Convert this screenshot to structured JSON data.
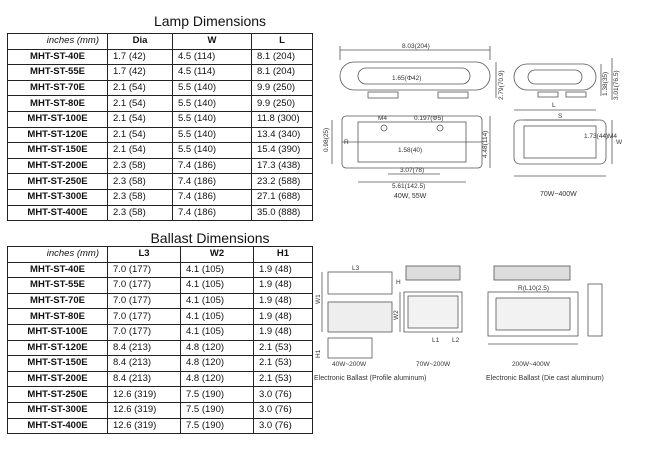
{
  "lamp": {
    "title": "Lamp Dimensions",
    "headers": [
      "inches (mm)",
      "Dia",
      "W",
      "L"
    ],
    "rows": [
      [
        "MHT-ST-40E",
        "1.7 (42)",
        "4.5 (114)",
        "8.1 (204)"
      ],
      [
        "MHT-ST-55E",
        "1.7 (42)",
        "4.5 (114)",
        "8.1 (204)"
      ],
      [
        "MHT-ST-70E",
        "2.1 (54)",
        "5.5 (140)",
        "9.9 (250)"
      ],
      [
        "MHT-ST-80E",
        "2.1 (54)",
        "5.5 (140)",
        "9.9 (250)"
      ],
      [
        "MHT-ST-100E",
        "2.1 (54)",
        "5.5 (140)",
        "11.8 (300)"
      ],
      [
        "MHT-ST-120E",
        "2.1 (54)",
        "5.5 (140)",
        "13.4 (340)"
      ],
      [
        "MHT-ST-150E",
        "2.1 (54)",
        "5.5 (140)",
        "15.4 (390)"
      ],
      [
        "MHT-ST-200E",
        "2.3 (58)",
        "7.4 (186)",
        "17.3 (438)"
      ],
      [
        "MHT-ST-250E",
        "2.3 (58)",
        "7.4 (186)",
        "23.2 (588)"
      ],
      [
        "MHT-ST-300E",
        "2.3 (58)",
        "7.4 (186)",
        "27.1 (688)"
      ],
      [
        "MHT-ST-400E",
        "2.3 (58)",
        "7.4 (186)",
        "35.0 (888)"
      ]
    ]
  },
  "ballast": {
    "title": "Ballast Dimensions",
    "headers": [
      "inches (mm)",
      "L3",
      "W2",
      "H1"
    ],
    "rows": [
      [
        "MHT-ST-40E",
        "7.0 (177)",
        "4.1 (105)",
        "1.9 (48)"
      ],
      [
        "MHT-ST-55E",
        "7.0 (177)",
        "4.1 (105)",
        "1.9 (48)"
      ],
      [
        "MHT-ST-70E",
        "7.0 (177)",
        "4.1 (105)",
        "1.9 (48)"
      ],
      [
        "MHT-ST-80E",
        "7.0 (177)",
        "4.1 (105)",
        "1.9 (48)"
      ],
      [
        "MHT-ST-100E",
        "7.0 (177)",
        "4.1 (105)",
        "1.9 (48)"
      ],
      [
        "MHT-ST-120E",
        "8.4 (213)",
        "4.8 (120)",
        "2.1 (53)"
      ],
      [
        "MHT-ST-150E",
        "8.4 (213)",
        "4.8 (120)",
        "2.1 (53)"
      ],
      [
        "MHT-ST-200E",
        "8.4 (213)",
        "4.8 (120)",
        "2.1 (53)"
      ],
      [
        "MHT-ST-250E",
        "12.6 (319)",
        "7.5 (190)",
        "3.0 (76)"
      ],
      [
        "MHT-ST-300E",
        "12.6 (319)",
        "7.5 (190)",
        "3.0 (76)"
      ],
      [
        "MHT-ST-400E",
        "12.6 (319)",
        "7.5 (190)",
        "3.0 (76)"
      ]
    ]
  },
  "lamp_drawing": {
    "dim_length": "8.03(204)",
    "dim_dia": "1.65(Φ42)",
    "dim_height": "2.79(70.9)",
    "label_L": "L",
    "dim_right_1": "1.38(35)",
    "dim_right_2": "3.01(76.5)",
    "label_m4_left": "M4",
    "dim_hole": "0.197(Φ5)",
    "label_R": "R",
    "dim_side": "0.98(25)",
    "dim_mid": "1.58(40)",
    "dim_w_left": "4.48(114)",
    "dim_base_1": "3.07(78)",
    "dim_base_2": "5.61(142.5)",
    "label_S": "S",
    "dim_right_hole": "1.73(44)",
    "label_m4_right": "M4",
    "label_W": "W",
    "caption_left": "40W, 55W",
    "caption_right": "70W~400W"
  },
  "ballast_drawing": {
    "label_L3": "L3",
    "label_H": "H",
    "label_W1": "W1",
    "label_W2": "W2",
    "label_H1": "H1",
    "label_L1": "L1",
    "label_L2": "L2",
    "dim_r": "R(L10(2.5)",
    "caption_a": "40W~200W",
    "caption_b": "70W~200W",
    "caption_c": "200W~400W",
    "caption_profile": "Electronic Ballast (Profile aluminum)",
    "caption_diecast": "Electronic Ballast (Die cast aluminum)"
  }
}
